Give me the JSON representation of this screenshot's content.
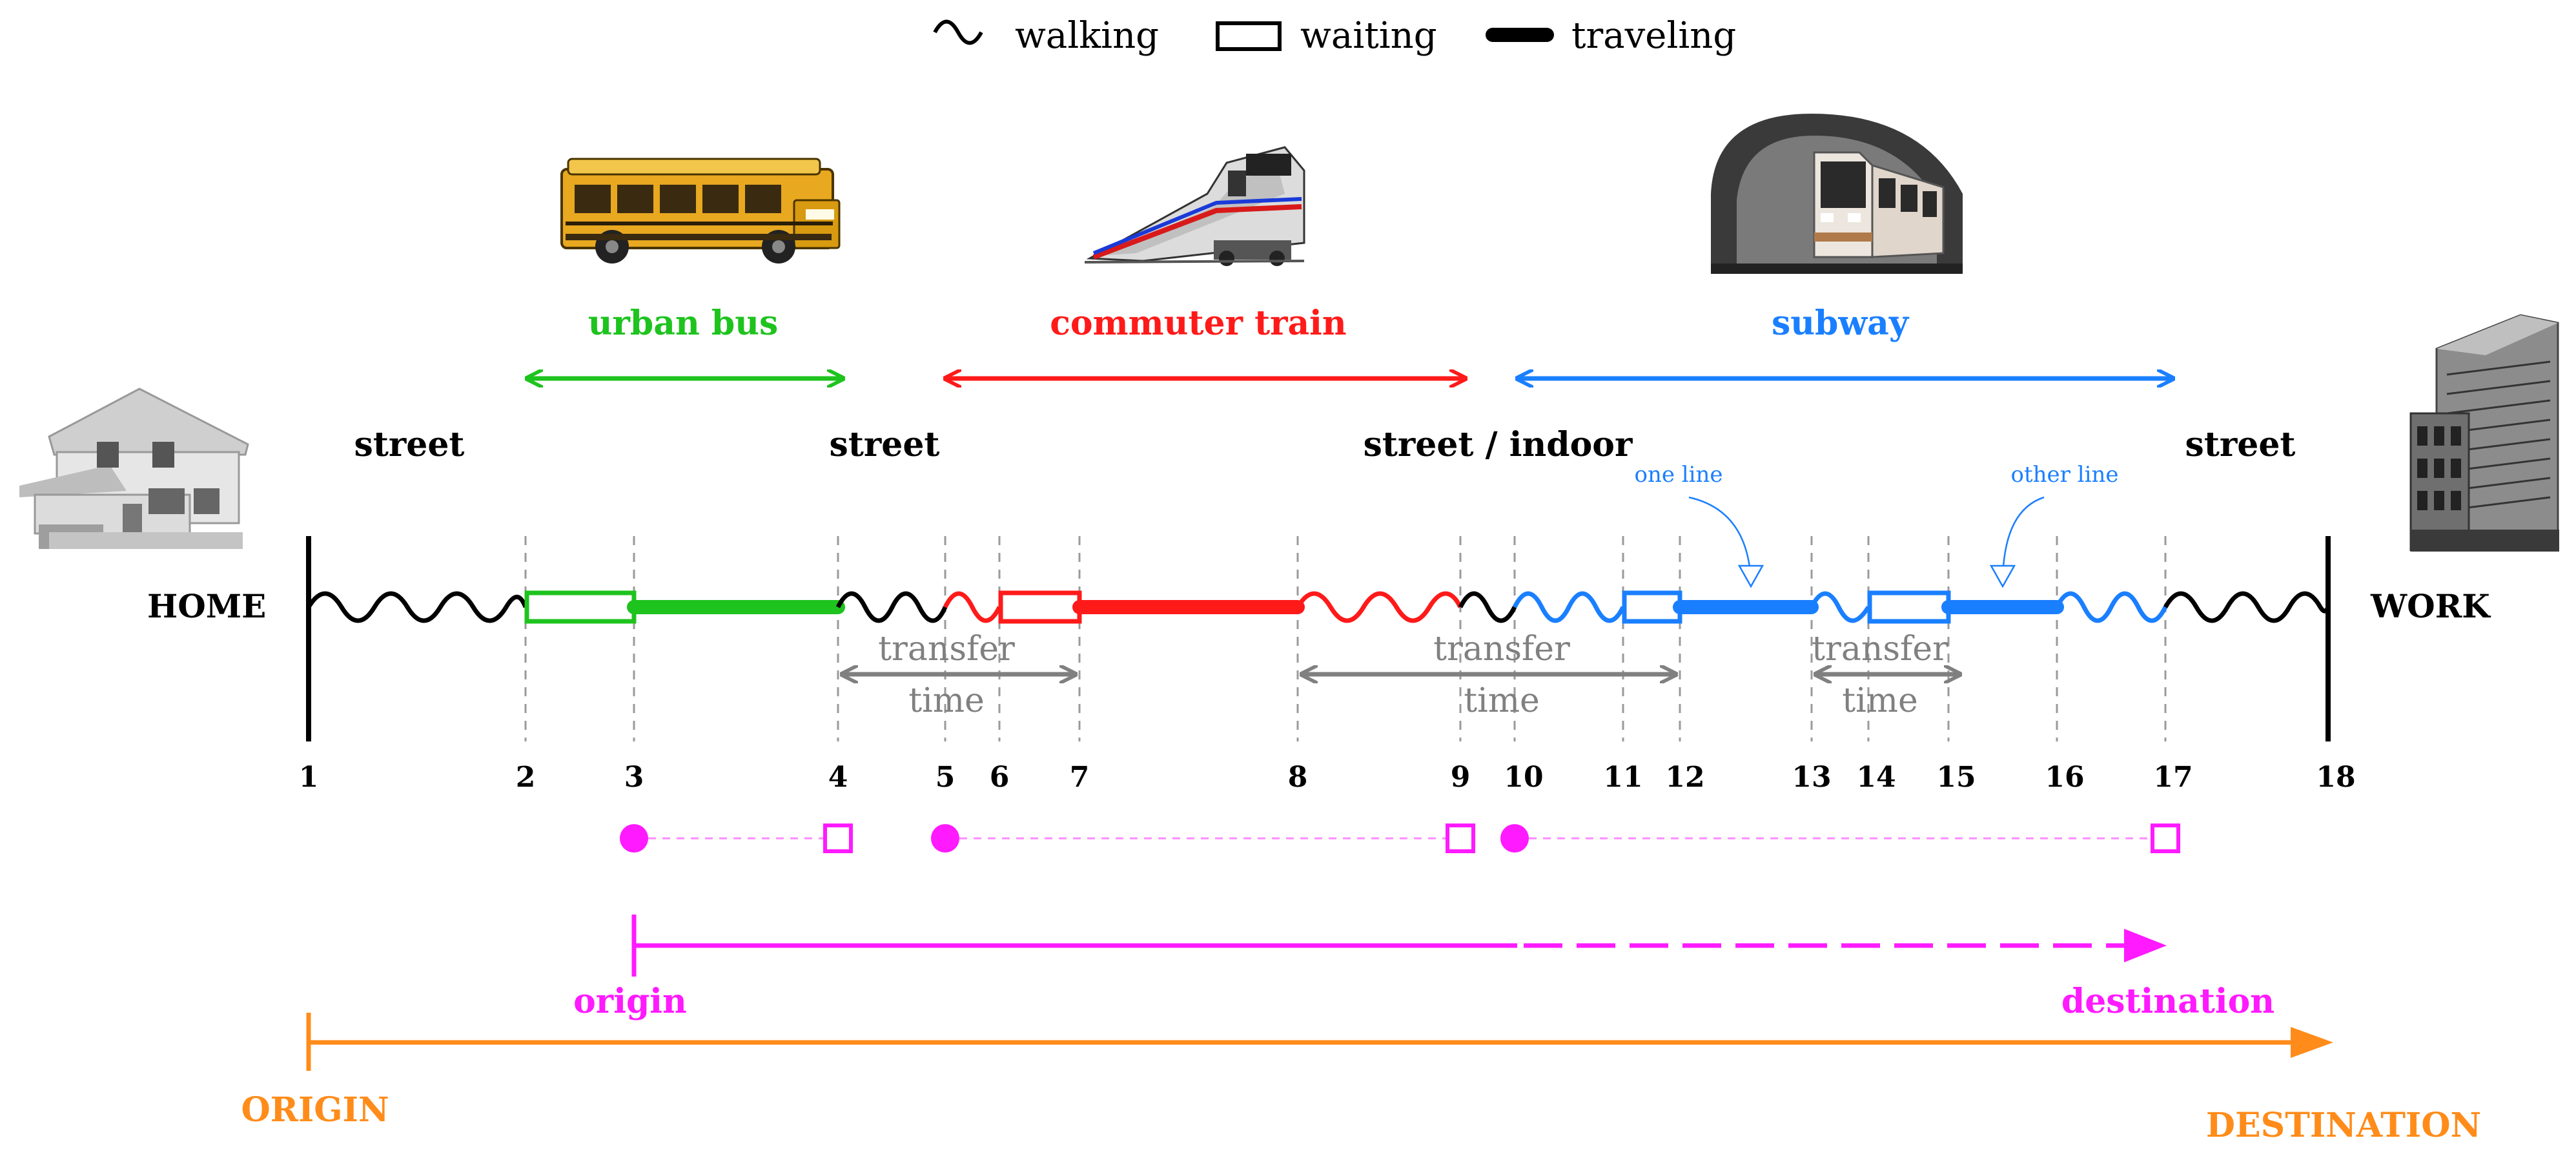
{
  "legend": {
    "walking": "walking",
    "waiting": "waiting",
    "traveling": "traveling"
  },
  "endpoints": {
    "home": "HOME",
    "work": "WORK"
  },
  "modes": {
    "bus": "urban bus",
    "train": "commuter train",
    "subway": "subway"
  },
  "places": {
    "p1": "street",
    "p2": "street",
    "p3": "street / indoor",
    "p4": "street"
  },
  "annotations": {
    "one_line": "one line",
    "other_line": "other line"
  },
  "transfers": {
    "t1_a": "transfer",
    "t1_b": "time",
    "t2_a": "transfer",
    "t2_b": "time",
    "t3_a": "transfer",
    "t3_b": "time"
  },
  "ticks": [
    "1",
    "2",
    "3",
    "4",
    "5",
    "6",
    "7",
    "8",
    "9",
    "10",
    "11",
    "12",
    "13",
    "14",
    "15",
    "16",
    "17",
    "18"
  ],
  "od": {
    "origin": "origin",
    "destination": "destination",
    "ORIGIN": "ORIGIN",
    "DESTINATION": "DESTINATION"
  },
  "colors": {
    "walk": "#000000",
    "bus": "#1ec31e",
    "train": "#ff1a1a",
    "subway": "#1a7fff",
    "transfer": "#808080",
    "od_small": "#ff1aff",
    "od_large": "#ff8c1a"
  },
  "icons": {
    "home": "house-icon",
    "bus": "bus-icon",
    "train": "train-icon",
    "subway": "subway-icon",
    "work": "office-building-icon"
  }
}
